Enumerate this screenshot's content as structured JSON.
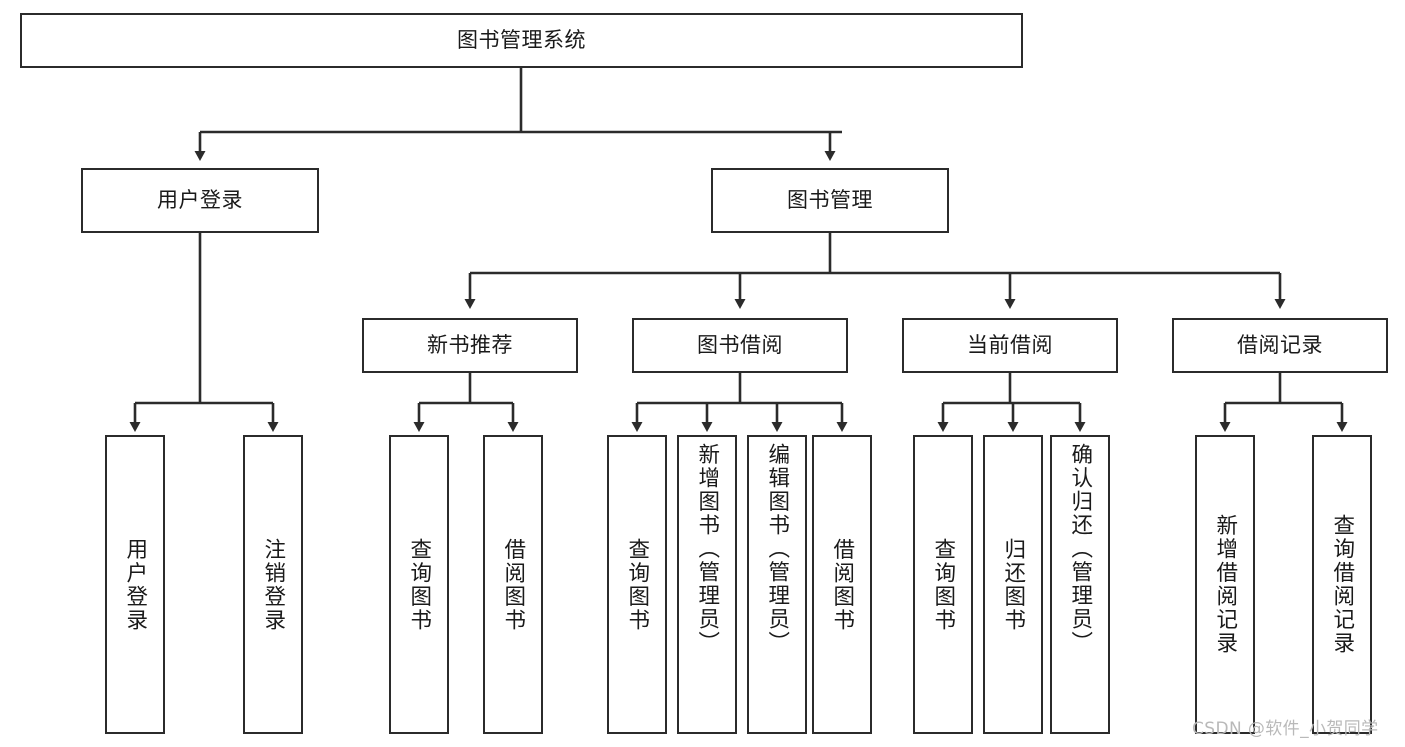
{
  "diagram": {
    "title": "图书管理系统",
    "type": "功能结构图",
    "root": {
      "label": "图书管理系统"
    },
    "level2": [
      {
        "label": "用户登录"
      },
      {
        "label": "图书管理"
      }
    ],
    "level3": [
      {
        "label": "新书推荐"
      },
      {
        "label": "图书借阅"
      },
      {
        "label": "当前借阅"
      },
      {
        "label": "借阅记录"
      }
    ],
    "leaves": {
      "user_login": [
        {
          "label": "用户登录"
        },
        {
          "label": "注销登录"
        }
      ],
      "new_book_recommend": [
        {
          "label": "查询图书"
        },
        {
          "label": "借阅图书"
        }
      ],
      "book_borrow": [
        {
          "label": "查询图书"
        },
        {
          "label": "新增图书（管理员）"
        },
        {
          "label": "编辑图书（管理员）"
        },
        {
          "label": "借阅图书"
        }
      ],
      "current_borrow": [
        {
          "label": "查询图书"
        },
        {
          "label": "归还图书"
        },
        {
          "label": "确认归还（管理员）"
        }
      ],
      "borrow_record": [
        {
          "label": "新增借阅记录"
        },
        {
          "label": "查询借阅记录"
        }
      ]
    }
  },
  "watermark": {
    "text": "CSDN @软件_小贺同学"
  },
  "colors": {
    "border": "#2b2b2b",
    "background": "#ffffff",
    "text": "#1a1a1a",
    "watermark": "#b9b9b9"
  }
}
